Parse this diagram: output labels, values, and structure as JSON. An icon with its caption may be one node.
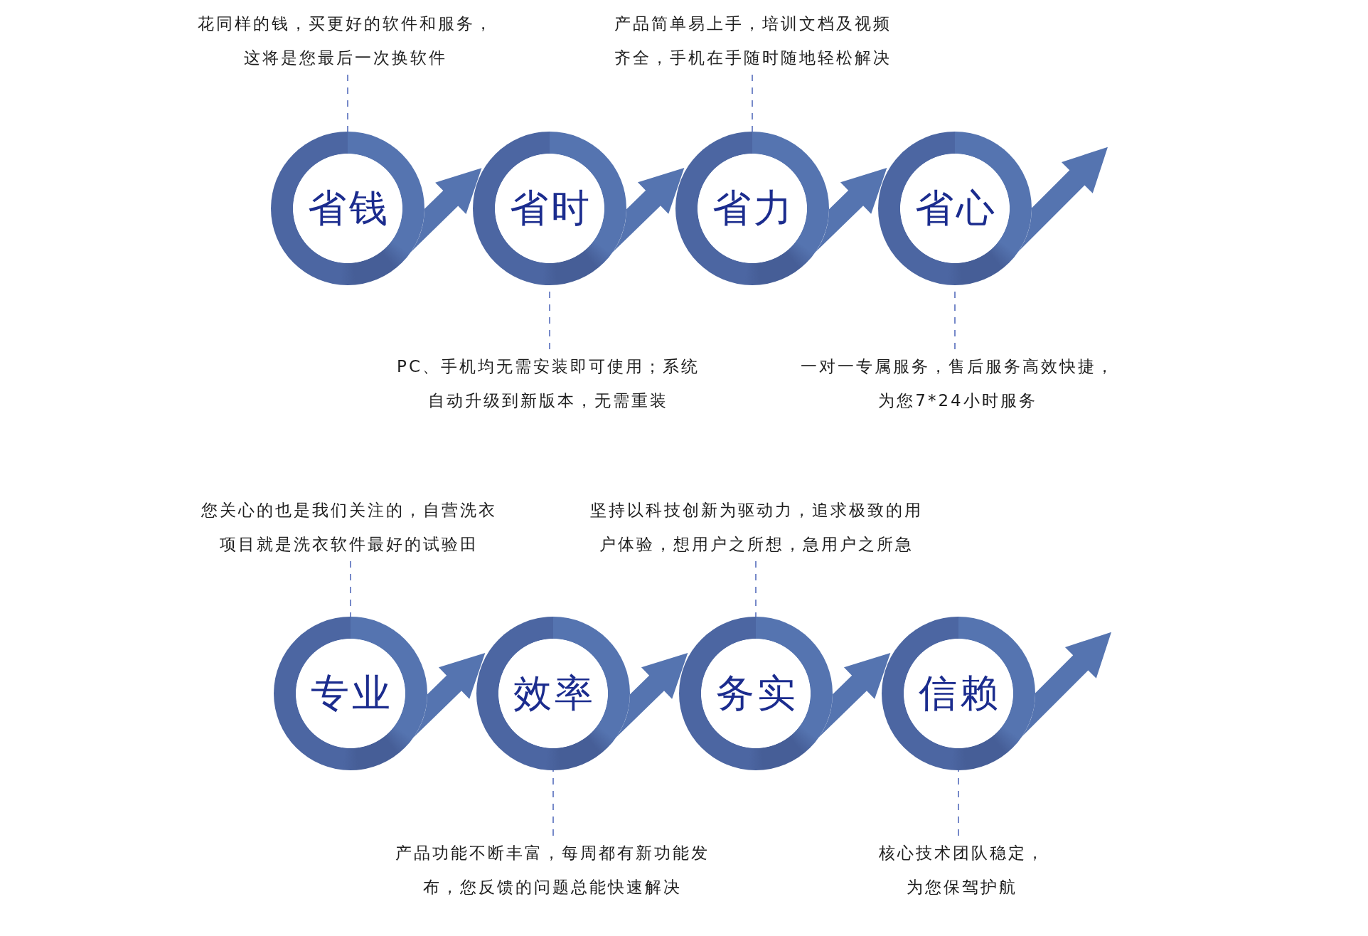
{
  "diagram": {
    "nodes": [
      {
        "text": [
          "花同样的钱，买更好的软件和服务，这将是您最后一次换软件"
        ]
      },
      {
        "text": [
          "产品简单易上手，培训文档及视频齐全，手机在手随时随地轻松解决"
        ]
      },
      {
        "text": [
          "省钱"
        ]
      },
      {
        "text": [
          "省时"
        ]
      },
      {
        "text": [
          "省力"
        ]
      },
      {
        "text": [
          "省心"
        ]
      },
      {
        "text": [
          "PC、手机均无需安装即可使用；系统自动升级到新版本，无需重装"
        ]
      },
      {
        "text": [
          "一对一专属服务，售后服务高效快捷，为您7*24小时服务"
        ]
      },
      {
        "text": [
          "您关心的也是我们关注的，自营洗衣项目就是洗衣软件最好的试验田"
        ]
      },
      {
        "text": [
          "坚持以科技创新为驱动力，追求极致的用户体验，想用户之所想，急用户之所急"
        ]
      },
      {
        "text": [
          "专业"
        ]
      },
      {
        "text": [
          "效率"
        ]
      },
      {
        "text": [
          "务实"
        ]
      },
      {
        "text": [
          "信赖"
        ]
      },
      {
        "text": [
          "产品功能不断丰富，每周都有新功能发布，您反馈的问题总能快速解决"
        ]
      },
      {
        "text": [
          "核心技术团队稳定，为您保驾护航"
        ]
      }
    ],
    "edges": [
      {
        "from": 2,
        "to": 3,
        "arrow": "to",
        "style": "thick"
      },
      {
        "from": 3,
        "to": 4,
        "arrow": "to",
        "style": "thick"
      },
      {
        "from": 4,
        "to": 5,
        "arrow": "to",
        "style": "thick"
      },
      {
        "from": 5,
        "to": null,
        "arrow": "to",
        "style": "thick"
      },
      {
        "from": 0,
        "to": 2,
        "arrow": "none",
        "style": "dashed"
      },
      {
        "from": 1,
        "to": 4,
        "arrow": "none",
        "style": "dashed"
      },
      {
        "from": 6,
        "to": 3,
        "arrow": "none",
        "style": "dashed"
      },
      {
        "from": 7,
        "to": 5,
        "arrow": "none",
        "style": "dashed"
      },
      {
        "from": 10,
        "to": 11,
        "arrow": "to",
        "style": "thick"
      },
      {
        "from": 11,
        "to": 12,
        "arrow": "to",
        "style": "thick"
      },
      {
        "from": 12,
        "to": 13,
        "arrow": "to",
        "style": "thick"
      },
      {
        "from": 13,
        "to": null,
        "arrow": "to",
        "style": "thick"
      },
      {
        "from": 8,
        "to": 10,
        "arrow": "none",
        "style": "dashed"
      },
      {
        "from": 9,
        "to": 12,
        "arrow": "none",
        "style": "dashed"
      },
      {
        "from": 14,
        "to": 11,
        "arrow": "none",
        "style": "dashed"
      },
      {
        "from": 15,
        "to": 13,
        "arrow": "none",
        "style": "dashed"
      }
    ]
  }
}
